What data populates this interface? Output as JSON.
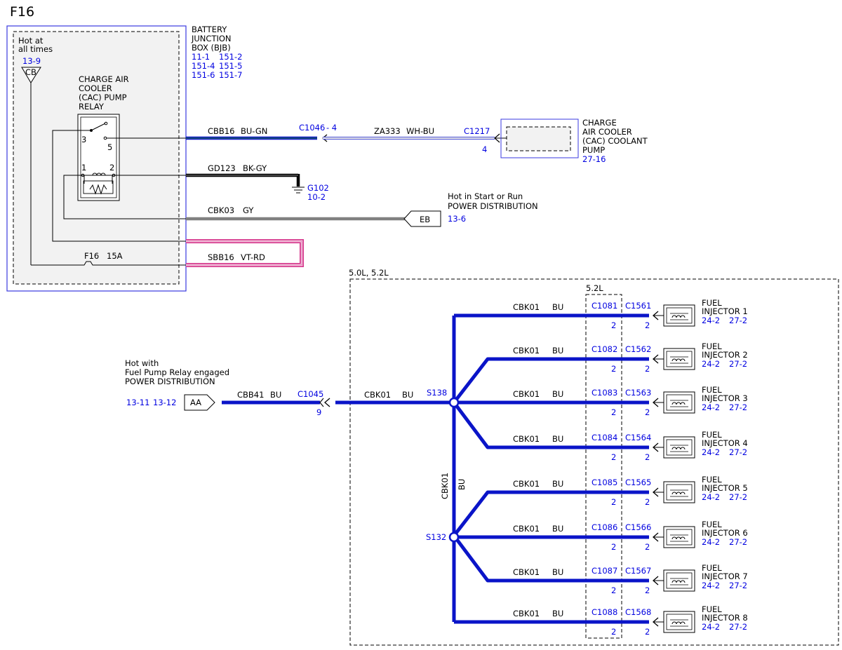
{
  "page_title": "F16",
  "colors": {
    "wire_blue": "#0a14c8",
    "ref_blue": "#0000e0",
    "vt_rd": "#d63a8e",
    "bjb_frame": "#3a3ae0"
  },
  "bjb": {
    "hot": [
      "Hot at",
      "all times"
    ],
    "fuse_ref": "13-9",
    "fuse_tag": "CB",
    "title": [
      "BATTERY",
      "JUNCTION",
      "BOX (BJB)"
    ],
    "refs": [
      "11-1",
      "151-2",
      "151-4",
      "151-5",
      "151-6",
      "151-7"
    ],
    "relay": [
      "CHARGE AIR",
      "COOLER",
      "(CAC) PUMP",
      "RELAY"
    ],
    "pins": {
      "p3": "3",
      "p5": "5",
      "p1": "1",
      "p2": "2"
    },
    "fuse": "F16",
    "fuse_rating": "15A"
  },
  "wires": {
    "cbb16": {
      "circuit": "CBB16",
      "color": "BU-GN"
    },
    "c1046": "C1046",
    "c1046_pin": "- 4",
    "za333": {
      "circuit": "ZA333",
      "color": "WH-BU"
    },
    "c1217": "C1217",
    "c1217_pin": "4",
    "gd123": {
      "circuit": "GD123",
      "color": "BK-GY"
    },
    "g102": "G102",
    "g102_ref": "10-2",
    "cbk03": {
      "circuit": "CBK03",
      "color": "GY"
    },
    "eb_tag": "EB",
    "eb_label": [
      "Hot in Start or Run",
      "POWER DISTRIBUTION"
    ],
    "eb_ref": "13-6",
    "sbb16": {
      "circuit": "SBB16",
      "color": "VT-RD"
    }
  },
  "pump": {
    "label": [
      "CHARGE",
      "AIR COOLER",
      "(CAC) COOLANT",
      "PUMP"
    ],
    "ref": "27-16"
  },
  "region": {
    "label": "5.0L, 5.2L",
    "sub": "5.2L"
  },
  "aa": {
    "label": [
      "Hot with",
      "Fuel Pump Relay engaged",
      "POWER DISTRIBUTION"
    ],
    "refs": [
      "13-11",
      "13-12"
    ],
    "tag": "AA",
    "cbb41": {
      "circuit": "CBB41",
      "color": "BU"
    },
    "c1045": "C1045",
    "c1045_pin": "9",
    "cbk01": {
      "circuit": "CBK01",
      "color": "BU"
    }
  },
  "splices": {
    "s138": "S138",
    "s132": "S132",
    "vertical_circuit": "CBK01",
    "vertical_color": "BU"
  },
  "injectors": [
    {
      "circuit": "CBK01",
      "color": "BU",
      "c1": "C1081",
      "c2": "C1561",
      "pin1": "2",
      "pin2": "2",
      "name": [
        "FUEL",
        "INJECTOR 1"
      ],
      "refs": [
        "24-2",
        "27-2"
      ]
    },
    {
      "circuit": "CBK01",
      "color": "BU",
      "c1": "C1082",
      "c2": "C1562",
      "pin1": "2",
      "pin2": "2",
      "name": [
        "FUEL",
        "INJECTOR 2"
      ],
      "refs": [
        "24-2",
        "27-2"
      ]
    },
    {
      "circuit": "CBK01",
      "color": "BU",
      "c1": "C1083",
      "c2": "C1563",
      "pin1": "2",
      "pin2": "2",
      "name": [
        "FUEL",
        "INJECTOR 3"
      ],
      "refs": [
        "24-2",
        "27-2"
      ]
    },
    {
      "circuit": "CBK01",
      "color": "BU",
      "c1": "C1084",
      "c2": "C1564",
      "pin1": "2",
      "pin2": "2",
      "name": [
        "FUEL",
        "INJECTOR 4"
      ],
      "refs": [
        "24-2",
        "27-2"
      ]
    },
    {
      "circuit": "CBK01",
      "color": "BU",
      "c1": "C1085",
      "c2": "C1565",
      "pin1": "2",
      "pin2": "2",
      "name": [
        "FUEL",
        "INJECTOR 5"
      ],
      "refs": [
        "24-2",
        "27-2"
      ]
    },
    {
      "circuit": "CBK01",
      "color": "BU",
      "c1": "C1086",
      "c2": "C1566",
      "pin1": "2",
      "pin2": "2",
      "name": [
        "FUEL",
        "INJECTOR 6"
      ],
      "refs": [
        "24-2",
        "27-2"
      ]
    },
    {
      "circuit": "CBK01",
      "color": "BU",
      "c1": "C1087",
      "c2": "C1567",
      "pin1": "2",
      "pin2": "2",
      "name": [
        "FUEL",
        "INJECTOR 7"
      ],
      "refs": [
        "24-2",
        "27-2"
      ]
    },
    {
      "circuit": "CBK01",
      "color": "BU",
      "c1": "C1088",
      "c2": "C1568",
      "pin1": "2",
      "pin2": "2",
      "name": [
        "FUEL",
        "INJECTOR 8"
      ],
      "refs": [
        "24-2",
        "27-2"
      ]
    }
  ]
}
